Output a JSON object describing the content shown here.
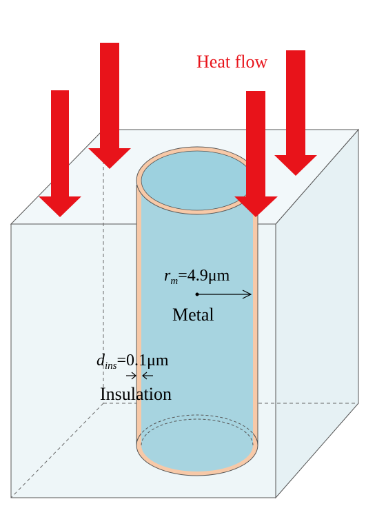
{
  "labels": {
    "heat_flow": "Heat flow",
    "radius_symbol": "r",
    "radius_subscript": "m",
    "radius_value": "=4.9μm",
    "metal": "Metal",
    "thickness_symbol": "d",
    "thickness_subscript": "ins",
    "thickness_value": "=0.1μm",
    "insulation": "Insulation"
  },
  "colors": {
    "arrow": "#e8131a",
    "heat_flow_text": "#e8131a",
    "insulation_layer": "#f7c9a8",
    "metal_core": "#a7d4e0",
    "metal_top": "#9dd1df",
    "block_face": "#eef6f8",
    "block_edge": "#555555"
  }
}
